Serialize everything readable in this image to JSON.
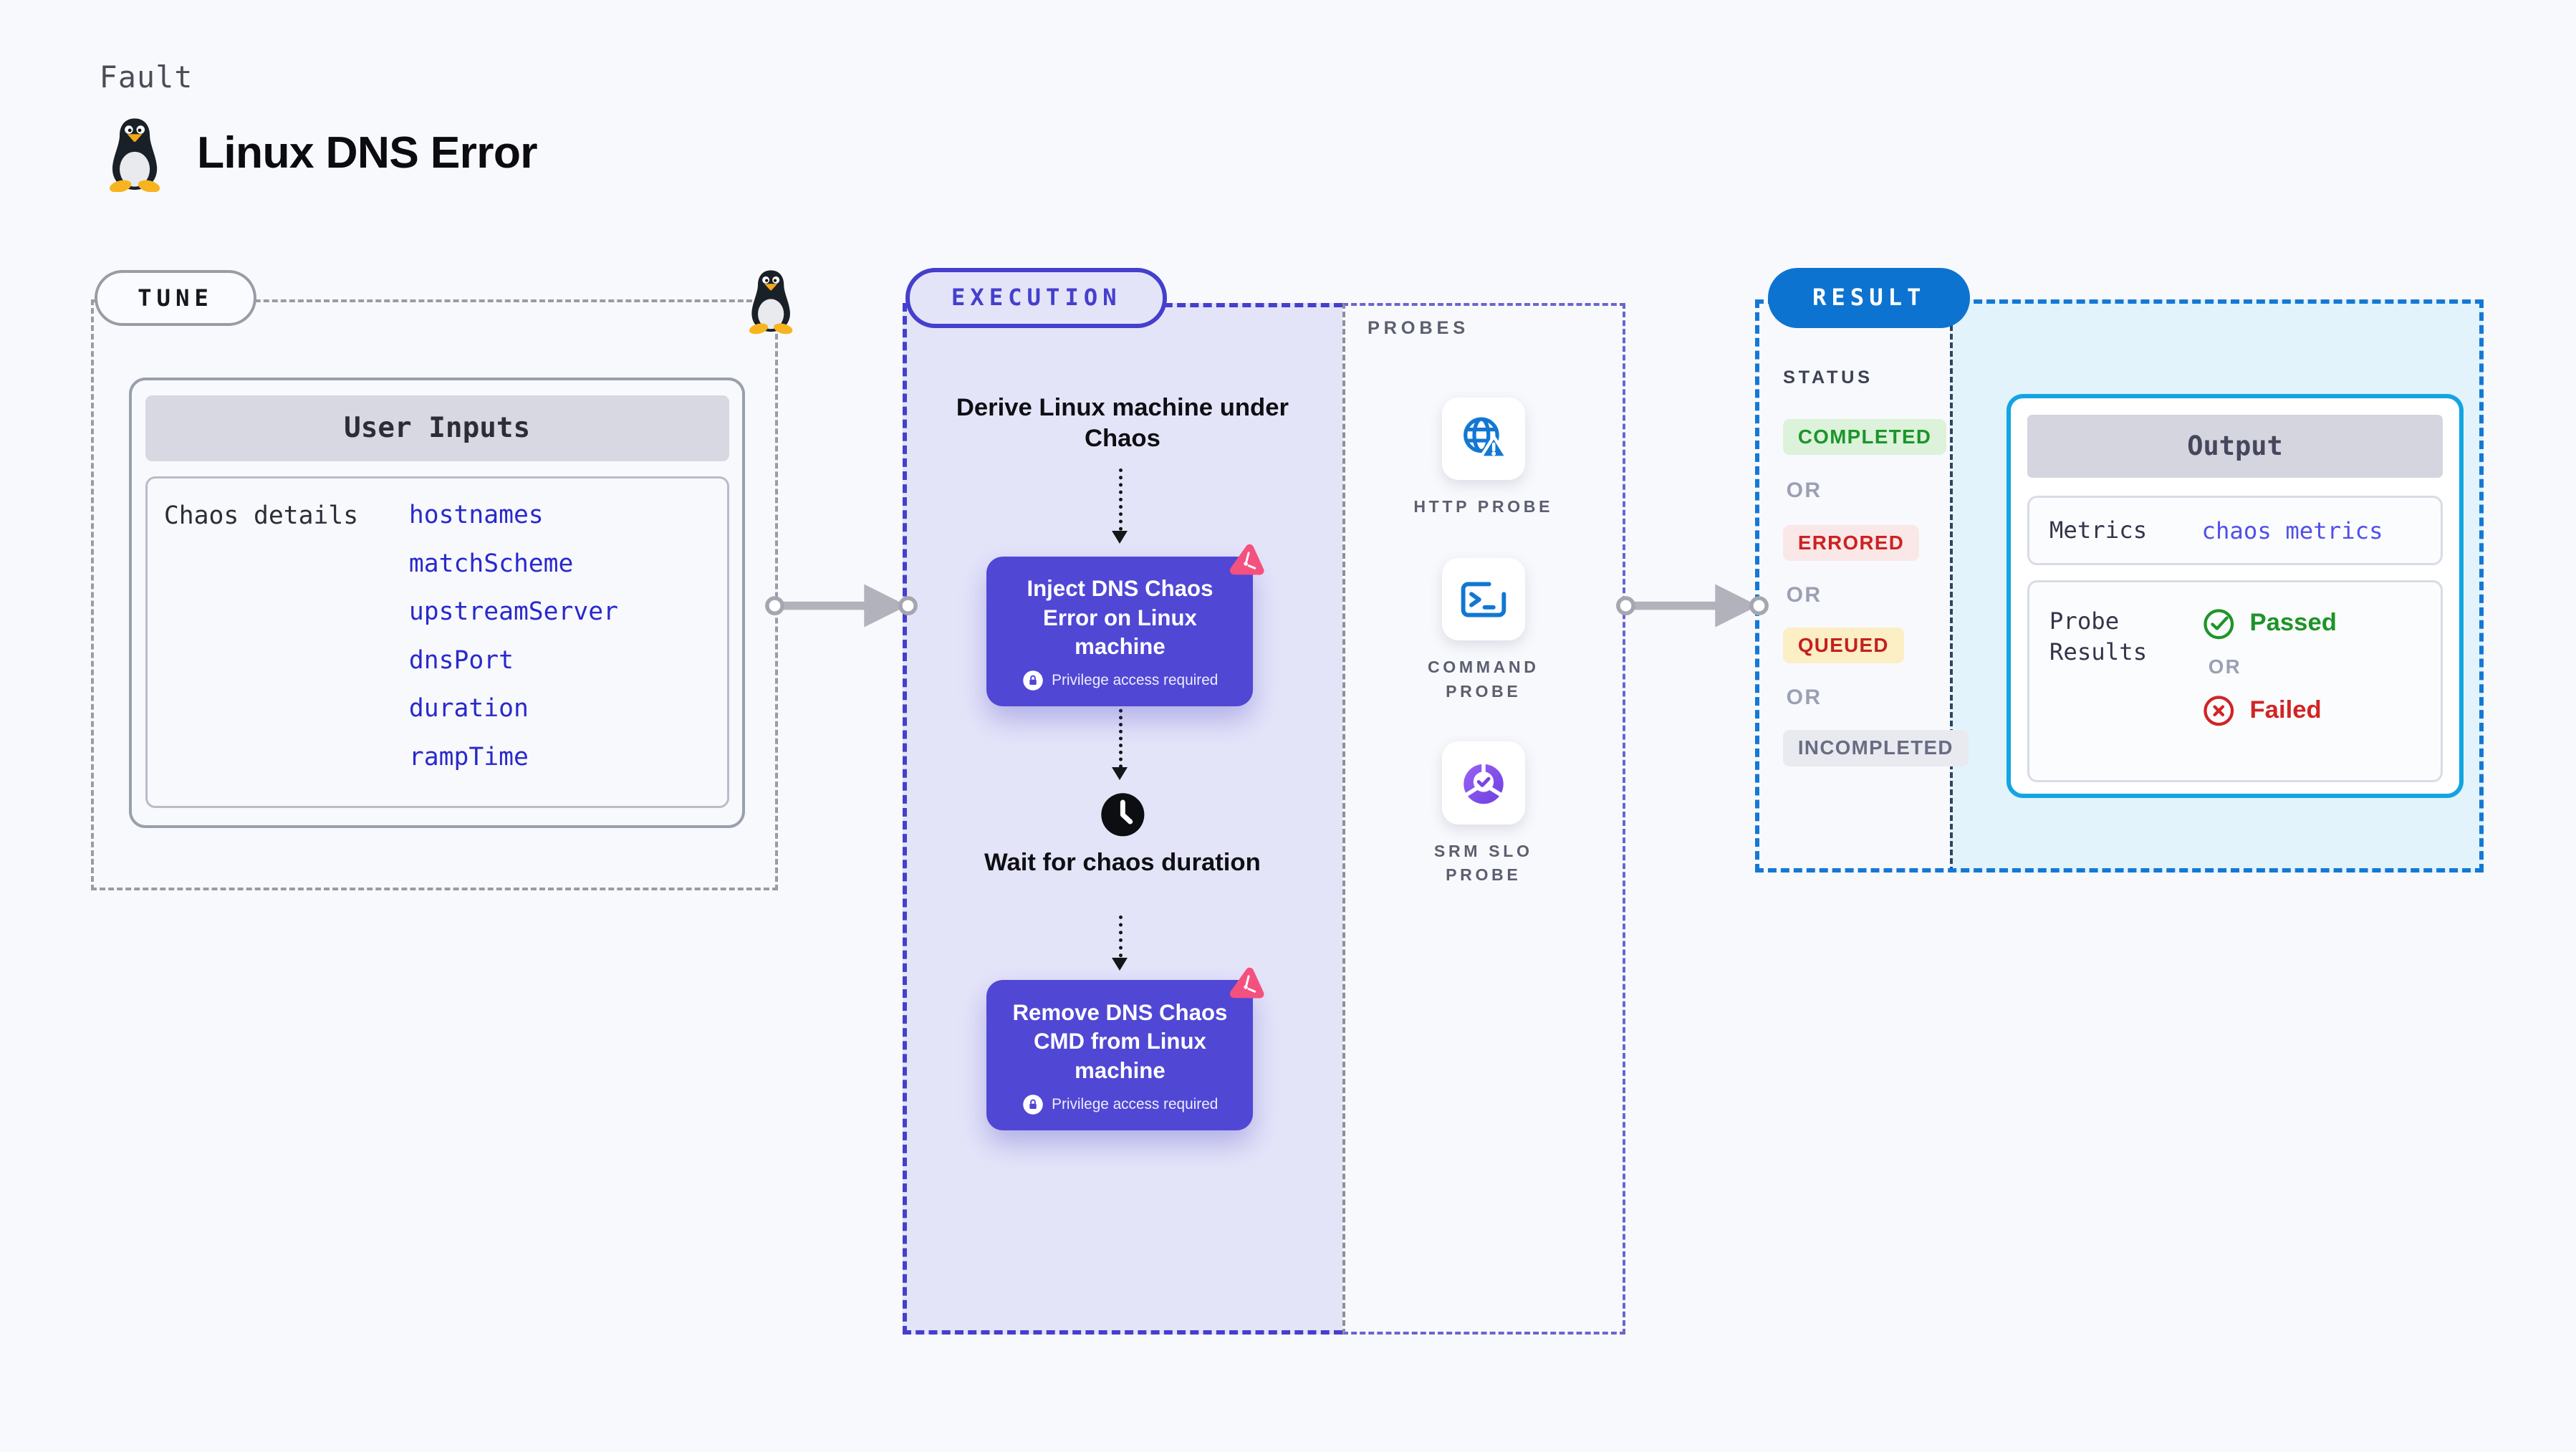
{
  "page": {
    "kind_label": "Fault",
    "title": "Linux DNS Error",
    "background": "#f8f9fc"
  },
  "tune": {
    "label": "TUNE",
    "card_title": "User Inputs",
    "row_label": "Chaos details",
    "inputs": [
      "hostnames",
      "matchScheme",
      "upstreamServer",
      "dnsPort",
      "duration",
      "rampTime"
    ],
    "input_color": "#2929cd"
  },
  "execution": {
    "label": "EXECUTION",
    "accent_color": "#453fcd",
    "node_color": "#5047d5",
    "derive_text": "Derive Linux machine under Chaos",
    "inject_title": "Inject DNS Chaos Error on Linux machine",
    "privilege_badge": "Privilege access required",
    "wait_text": "Wait for chaos duration",
    "remove_title": "Remove DNS Chaos CMD from Linux machine"
  },
  "probes": {
    "label": "PROBES",
    "items": [
      {
        "name": "HTTP PROBE",
        "icon": "globe-alert-icon",
        "icon_color": "#1277d3"
      },
      {
        "name": "COMMAND PROBE",
        "icon": "terminal-icon",
        "icon_color": "#1277d3"
      },
      {
        "name": "SRM SLO PROBE",
        "icon": "slo-donut-check-icon",
        "icon_color": "#7a45e6"
      }
    ]
  },
  "result": {
    "label": "RESULT",
    "accent_color": "#0d73d0",
    "status_label": "STATUS",
    "or_label": "OR",
    "statuses": [
      {
        "label": "COMPLETED",
        "color": "#1d942c",
        "bg": "#dcf2da"
      },
      {
        "label": "ERRORED",
        "color": "#ce2121",
        "bg": "#fae8e8"
      },
      {
        "label": "QUEUED",
        "color": "#c32020",
        "bg": "#fceec5"
      },
      {
        "label": "INCOMPLETED",
        "color": "#696d82",
        "bg": "#e9e9f0"
      }
    ],
    "output": {
      "title": "Output",
      "border_color": "#13a4e1",
      "metrics_label": "Metrics",
      "metrics_value": "chaos metrics",
      "probe_results_label": "Probe Results",
      "passed_label": "Passed",
      "passed_color": "#1e9428",
      "or_label": "OR",
      "failed_label": "Failed",
      "failed_color": "#d12424"
    }
  }
}
